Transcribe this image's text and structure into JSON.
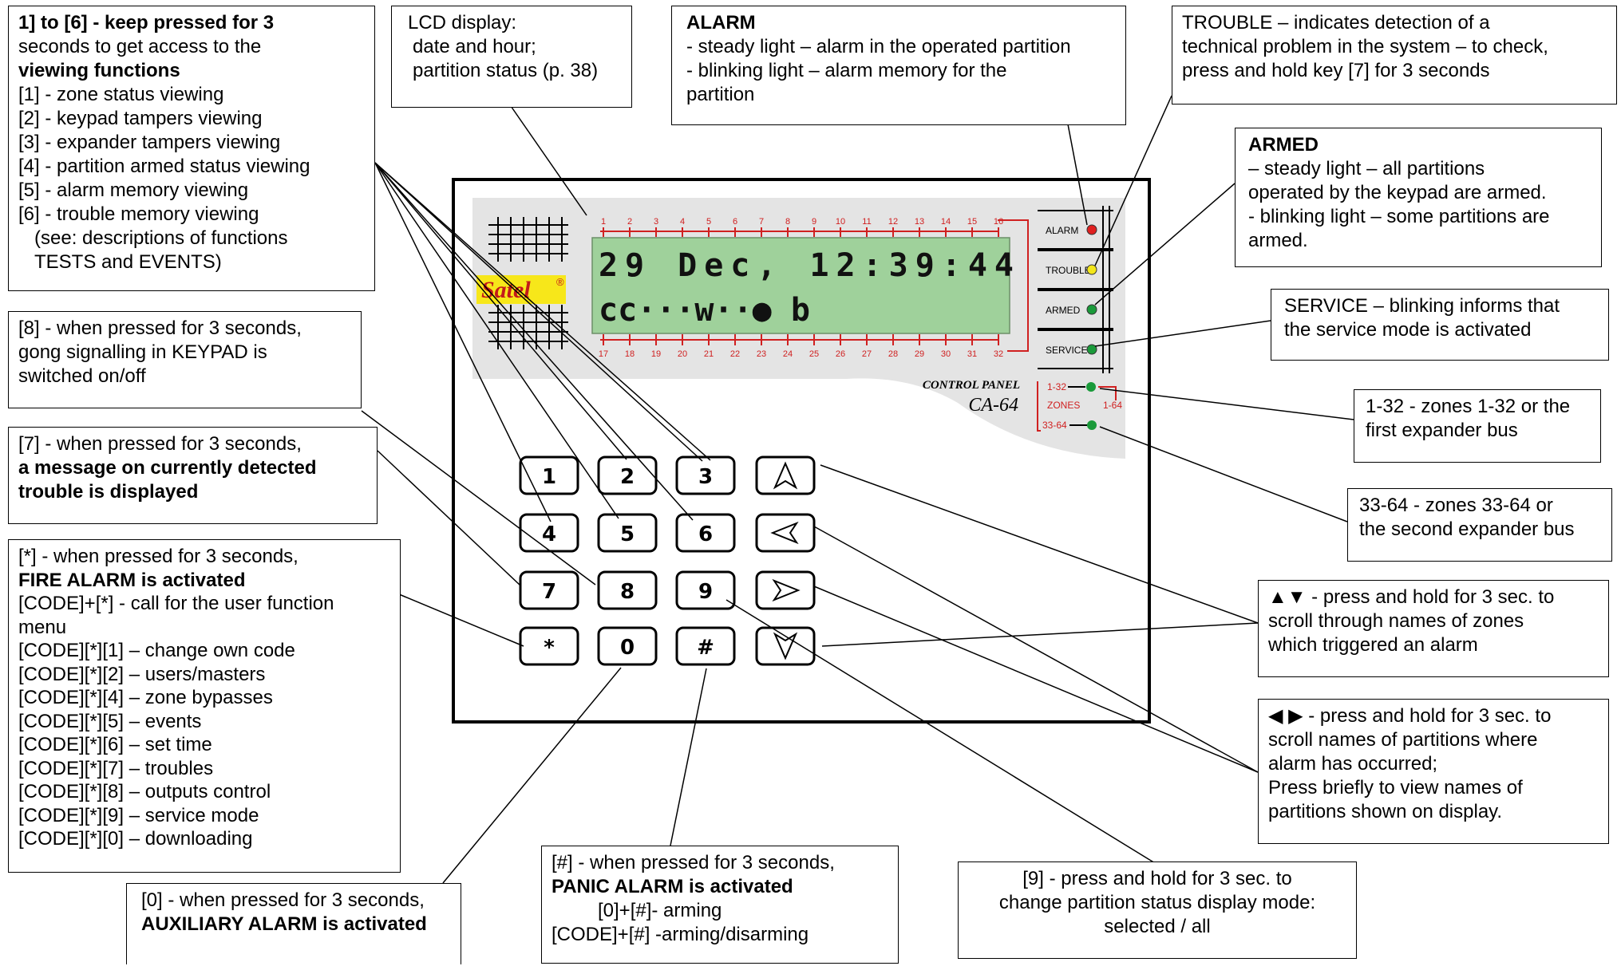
{
  "keypad": {
    "brand": "Satel",
    "brand_mark": "®",
    "lcd_line1": "29 Dec, 12:39:44",
    "lcd_line2": "cc···w··● b",
    "zones_top": [
      "1",
      "2",
      "3",
      "4",
      "5",
      "6",
      "7",
      "8",
      "9",
      "10",
      "11",
      "12",
      "13",
      "14",
      "15",
      "16"
    ],
    "zones_bottom": [
      "17",
      "18",
      "19",
      "20",
      "21",
      "22",
      "23",
      "24",
      "25",
      "26",
      "27",
      "28",
      "29",
      "30",
      "31",
      "32"
    ],
    "indicators": [
      {
        "label": "ALARM",
        "color": "#e02020"
      },
      {
        "label": "TROUBLE",
        "color": "#f3e61a"
      },
      {
        "label": "ARMED",
        "color": "#1a9a3a"
      },
      {
        "label": "SERVICE",
        "color": "#1a9a3a"
      }
    ],
    "model_line1": "CONTROL PANEL",
    "model_line2": "CA-64",
    "zones_label": "ZONES",
    "zones_1_32": "1-32",
    "zones_33_64": "33-64",
    "zones_1_64": "1-64",
    "led_green": "#1a9a3a",
    "keys": [
      [
        "1",
        "2",
        "3",
        "▲"
      ],
      [
        "4",
        "5",
        "6",
        "◀"
      ],
      [
        "7",
        "8",
        "9",
        "▶"
      ],
      [
        "*",
        "0",
        "#",
        "▼"
      ]
    ]
  },
  "callouts": {
    "viewing": [
      "1] to [6] - keep pressed for 3",
      "seconds to get access to the",
      "viewing functions",
      "[1] - zone status viewing",
      "[2] - keypad tampers viewing",
      "[3] - expander tampers viewing",
      "[4] - partition armed status viewing",
      "[5] - alarm memory viewing",
      "[6] - trouble memory viewing",
      "(see: descriptions of functions",
      "TESTS and EVENTS)"
    ],
    "lcd": [
      "LCD display:",
      "date and hour;",
      "partition status (p. 38)"
    ],
    "alarm": [
      "ALARM",
      "- steady light – alarm in the operated partition",
      "- blinking light – alarm memory for the",
      "partition"
    ],
    "trouble": [
      "TROUBLE – indicates detection of a",
      "technical problem in the system – to check,",
      "press and hold key [7] for 3 seconds"
    ],
    "armed": [
      "ARMED",
      "– steady light – all partitions",
      "operated by the keypad are armed.",
      "- blinking light – some partitions are",
      "armed."
    ],
    "service": [
      "SERVICE – blinking informs that",
      "the service mode is activated"
    ],
    "z1_32": [
      "1-32 - zones 1-32 or the",
      "first expander bus"
    ],
    "z33_64": [
      "33-64 - zones 33-64 or",
      "the second expander bus"
    ],
    "updown": [
      "▲▼ - press and hold for 3 sec. to",
      "scroll through names of zones",
      "which triggered an alarm"
    ],
    "leftright": [
      "◀ ▶ - press and hold for 3 sec. to",
      "scroll names of partitions where",
      "alarm has occurred;",
      "Press briefly to view names of",
      "partitions shown on display."
    ],
    "key9": [
      "[9] - press and hold for 3 sec. to",
      "change partition status display mode:",
      "selected / all"
    ],
    "hash": [
      "[#] - when pressed for 3 seconds,",
      "PANIC ALARM is activated",
      "[0]+[#]- arming",
      "[CODE]+[#] -arming/disarming"
    ],
    "zero": [
      "[0] - when pressed for 3 seconds,",
      "AUXILIARY ALARM is activated"
    ],
    "star": [
      "[*] - when pressed for 3 seconds,",
      "FIRE ALARM is activated",
      "[CODE]+[*] - call for the user function",
      "menu",
      "[CODE][*][1] – change own code",
      "[CODE][*][2] – users/masters",
      "[CODE][*][4] – zone bypasses",
      "[CODE][*][5] – events",
      "[CODE][*][6] – set time",
      "[CODE][*][7] – troubles",
      "[CODE][*][8] – outputs control",
      "[CODE][*][9] – service mode",
      "[CODE][*][0] – downloading"
    ],
    "key7": [
      "[7] - when pressed for 3 seconds,",
      "a message on currently detected",
      "trouble is displayed"
    ],
    "key8": [
      "[8] - when pressed for 3 seconds,",
      "gong signalling in KEYPAD is",
      "switched on/off"
    ]
  }
}
